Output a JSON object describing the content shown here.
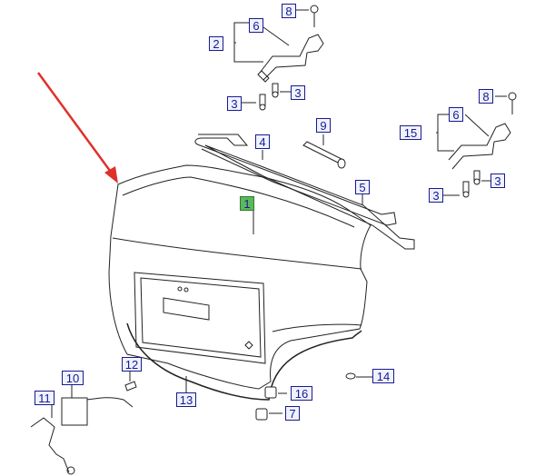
{
  "callouts": {
    "c1": "1",
    "c2": "2",
    "c3a": "3",
    "c3b": "3",
    "c3c": "3",
    "c3d": "3",
    "c4": "4",
    "c5": "5",
    "c6a": "6",
    "c6b": "6",
    "c7": "7",
    "c8a": "8",
    "c8b": "8",
    "c9": "9",
    "c10": "10",
    "c11": "11",
    "c12": "12",
    "c13": "13",
    "c14": "14",
    "c15": "15",
    "c16": "16"
  },
  "colors": {
    "callout_text": "#1a1a8c",
    "callout_highlight": "#5cb85c",
    "pointer_arrow": "#e0302a",
    "line_art": "#222222"
  }
}
